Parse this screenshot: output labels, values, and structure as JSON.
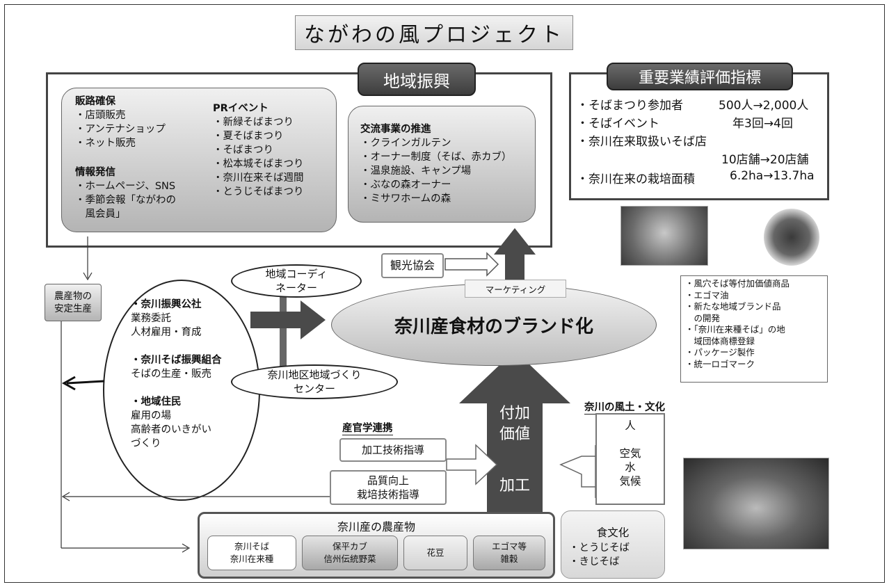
{
  "title": "ながわの風プロジェクト",
  "region": {
    "label": "地域振興",
    "sales": {
      "heading": "販路確保",
      "items": "・店頭販売\n・アンテナショップ\n・ネット販売"
    },
    "info": {
      "heading": "情報発信",
      "items": "・ホームページ、SNS\n・季節会報「ながわの\n　風会員」"
    },
    "pr": {
      "heading": "PRイベント",
      "items": "・新緑そばまつり\n・夏そばまつり\n・そばまつり\n・松本城そばまつり\n・奈川在来そば週間\n・とうじそばまつり"
    },
    "exchange": {
      "heading": "交流事業の推進",
      "items": "・クラインガルテン\n・オーナー制度（そば、赤カブ）\n・温泉施設、キャンプ場\n・ぶなの森オーナー\n・ミサワホームの森"
    }
  },
  "kpi": {
    "label": "重要業績評価指標",
    "row1a": "・そばまつり参加者",
    "row1b": "500人→2,000人",
    "row2a": "・そばイベント",
    "row2b": "年3回→4回",
    "row3a": "・奈川在来取扱いそば店",
    "row3b": "10店舗→20店舗",
    "row4a": "・奈川在来の栽培面積",
    "row4b": "6.2ha→13.7ha"
  },
  "stable": "農産物の\n安定生産",
  "actors": {
    "a1h": "・奈川振興公社",
    "a1": "業務委託\n人材雇用・育成",
    "a2h": "・奈川そば振興組合",
    "a2": "そばの生産・販売",
    "a3h": "・地域住民",
    "a3": "雇用の場\n高齢者のいきがい\nづくり"
  },
  "coordinator": "地域コーディ\nネーター",
  "center": "奈川地区地域づくり\nセンター",
  "tourism": "観光協会",
  "marketing": "マーケティング",
  "brand": "奈川産食材のブランド化",
  "products": "・風穴そば等付加価値商品\n・エゴマ油\n・新たな地域ブランド品\n　の開発\n・「奈川在来種そば」の地\n　域団体商標登録\n・パッケージ製作\n・統一ロゴマーク",
  "value_arrow": {
    "top": "付加\n価値",
    "bottom": "加工"
  },
  "culture": {
    "label": "奈川の風土・文化",
    "items": "人\n\n空気\n水\n気候"
  },
  "academia": {
    "label": "産官学連携",
    "b1": "加工技術指導",
    "b2": "品質向上\n栽培技術指導"
  },
  "farm": {
    "label": "奈川産の農産物",
    "items": [
      "奈川そば\n奈川在来種",
      "保平カブ\n信州伝統野菜",
      "花豆",
      "エゴマ等\n雑穀"
    ]
  },
  "food": {
    "label": "食文化",
    "items": "・とうじそば\n・きじそば"
  }
}
